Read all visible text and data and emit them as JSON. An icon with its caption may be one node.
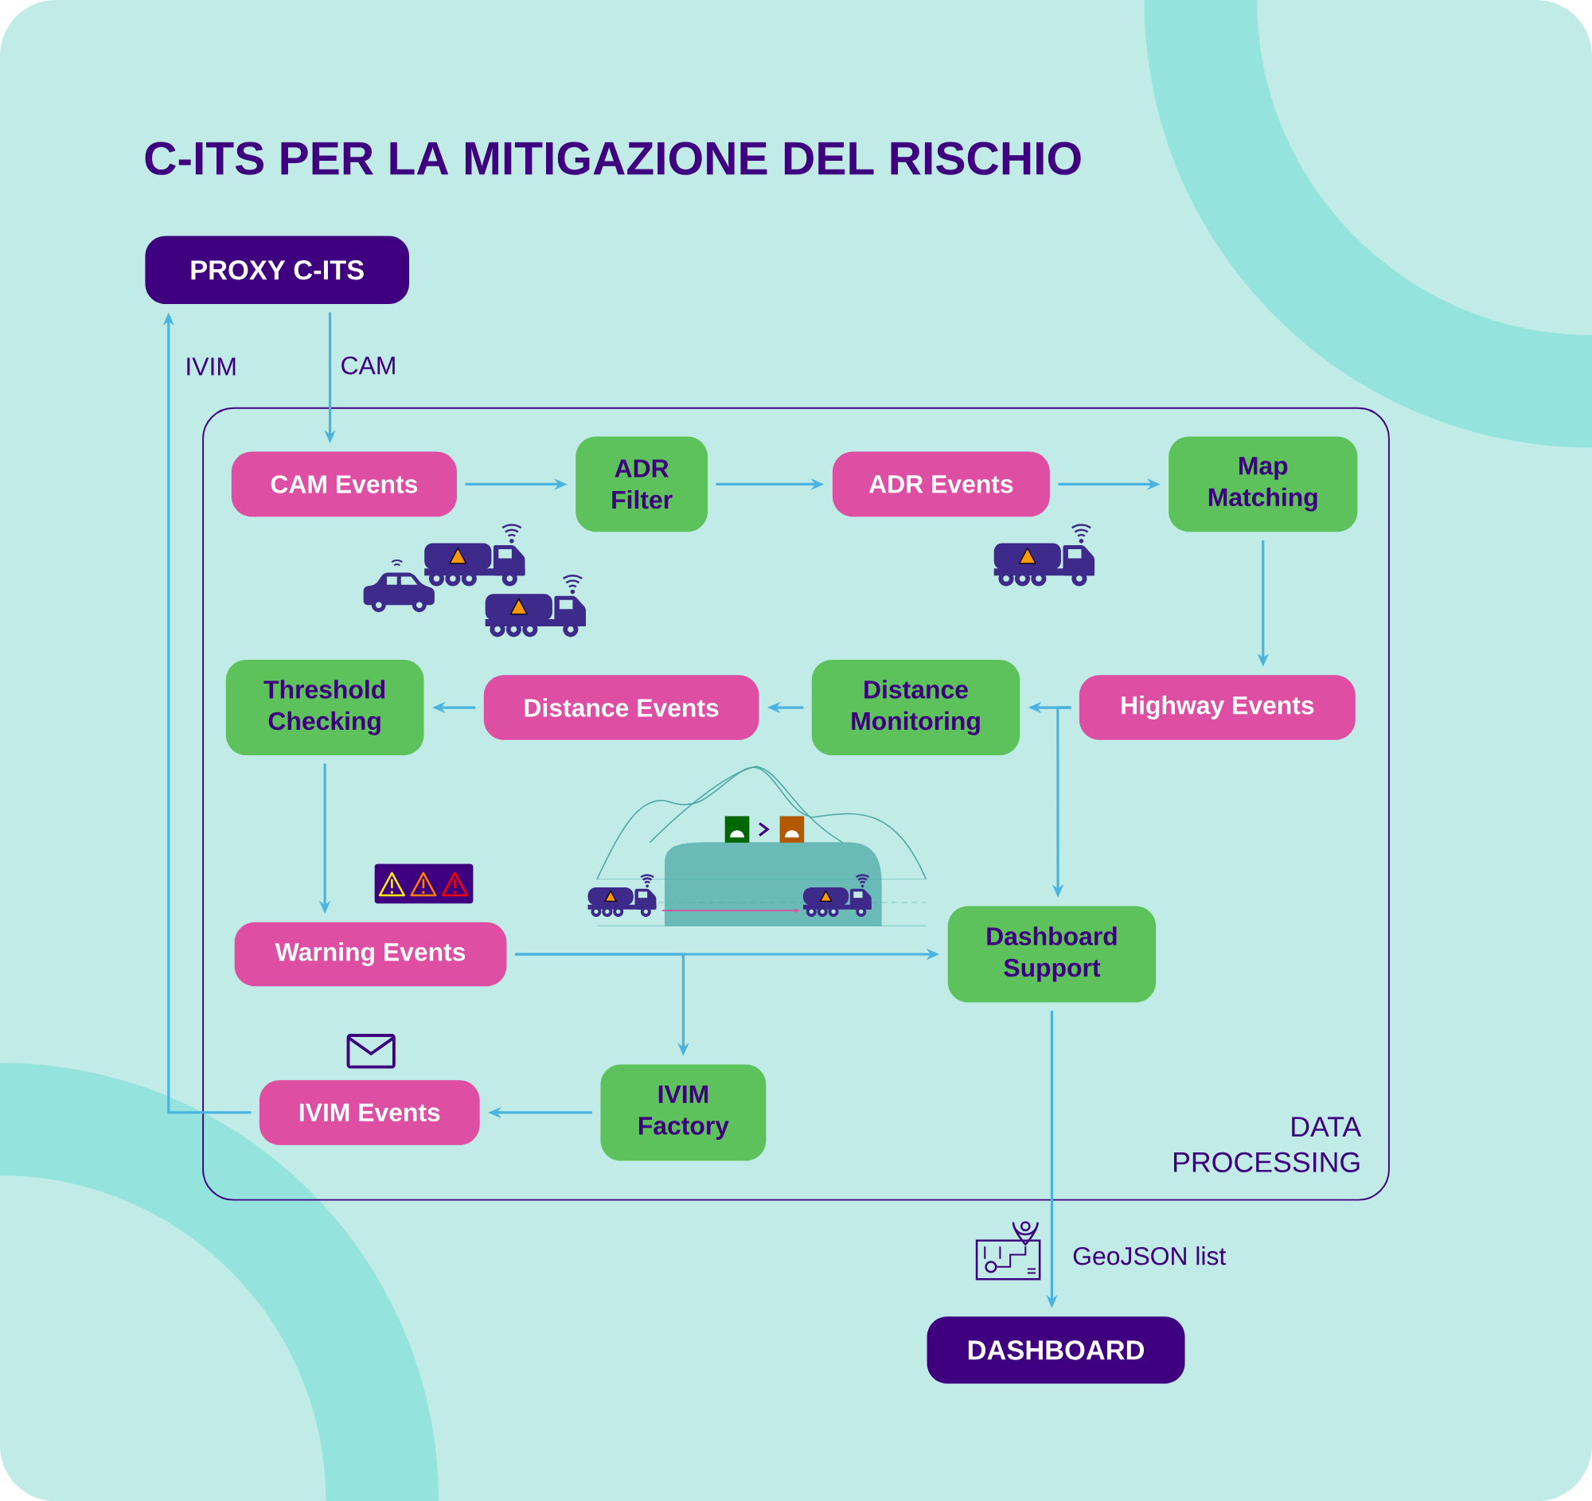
{
  "diagram": {
    "title": "C-ITS PER LA MITIGAZIONE DEL RISCHIO",
    "nodes": [
      {
        "text": [
          "PROXY C-ITS"
        ]
      },
      {
        "text": [
          "DATA PROCESSING"
        ]
      },
      {
        "text": [
          "CAM Events"
        ],
        "in": 1
      },
      {
        "text": [
          "ADR Filter"
        ],
        "in": 1
      },
      {
        "text": [
          "ADR Events"
        ],
        "in": 1
      },
      {
        "text": [
          "Map Matching"
        ],
        "in": 1
      },
      {
        "text": [
          "Highway Events"
        ],
        "in": 1
      },
      {
        "text": [
          "Distance Monitoring"
        ],
        "in": 1
      },
      {
        "text": [
          "Distance Events"
        ],
        "in": 1
      },
      {
        "text": [
          "Threshold Checking"
        ],
        "in": 1
      },
      {
        "text": [
          "Warning Events"
        ],
        "in": 1
      },
      {
        "text": [
          "Dashboard Support"
        ],
        "in": 1
      },
      {
        "text": [
          "IVIM Factory"
        ],
        "in": 1
      },
      {
        "text": [
          "IVIM Events"
        ],
        "in": 1
      },
      {
        "text": [
          "DASHBOARD"
        ]
      }
    ],
    "edges": [
      {
        "from": 0,
        "to": 2,
        "arrow": "to",
        "label": "CAM"
      },
      {
        "from": 13,
        "to": 0,
        "arrow": "to",
        "label": "IVIM"
      },
      {
        "from": 2,
        "to": 3,
        "arrow": "to"
      },
      {
        "from": 3,
        "to": 4,
        "arrow": "to"
      },
      {
        "from": 4,
        "to": 5,
        "arrow": "to"
      },
      {
        "from": 5,
        "to": 6,
        "arrow": "to"
      },
      {
        "from": 6,
        "to": 7,
        "arrow": "to"
      },
      {
        "from": 6,
        "to": 11,
        "arrow": "to"
      },
      {
        "from": 7,
        "to": 8,
        "arrow": "to"
      },
      {
        "from": 8,
        "to": 9,
        "arrow": "to"
      },
      {
        "from": 9,
        "to": 10,
        "arrow": "to"
      },
      {
        "from": 10,
        "to": 11,
        "arrow": "to"
      },
      {
        "from": 10,
        "to": 12,
        "arrow": "to"
      },
      {
        "from": 12,
        "to": 13,
        "arrow": "to"
      },
      {
        "from": 11,
        "to": 14,
        "arrow": "to",
        "label": "GeoJSON list"
      }
    ]
  }
}
